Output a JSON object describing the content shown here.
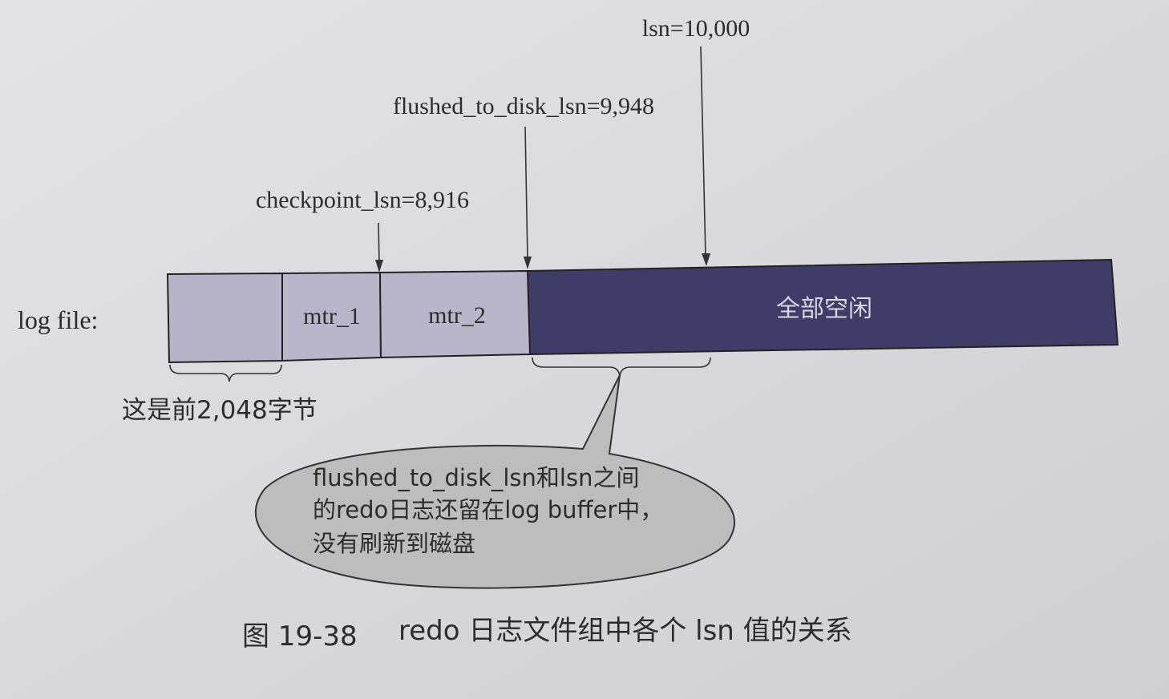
{
  "markers": {
    "lsn": "lsn=10,000",
    "flushed_to_disk_lsn": "flushed_to_disk_lsn=9,948",
    "checkpoint_lsn": "checkpoint_lsn=8,916"
  },
  "log_file": {
    "label": "log file:",
    "segments": {
      "mtr_1": "mtr_1",
      "mtr_2": "mtr_2",
      "free": "全部空闲"
    }
  },
  "brace_first": "这是前2,048字节",
  "callout": {
    "line1": "flushed_to_disk_lsn和lsn之间",
    "line2": "的redo日志还留在log buffer中，",
    "line3": "没有刷新到磁盘"
  },
  "caption": {
    "number": "图 19-38",
    "text": "redo 日志文件组中各个 lsn 值的关系"
  },
  "colors": {
    "segment_light": "#b7b3c9",
    "segment_free": "#3f3c68",
    "callout_fill": "#bdbdbd",
    "ink": "#2c2c2c"
  }
}
